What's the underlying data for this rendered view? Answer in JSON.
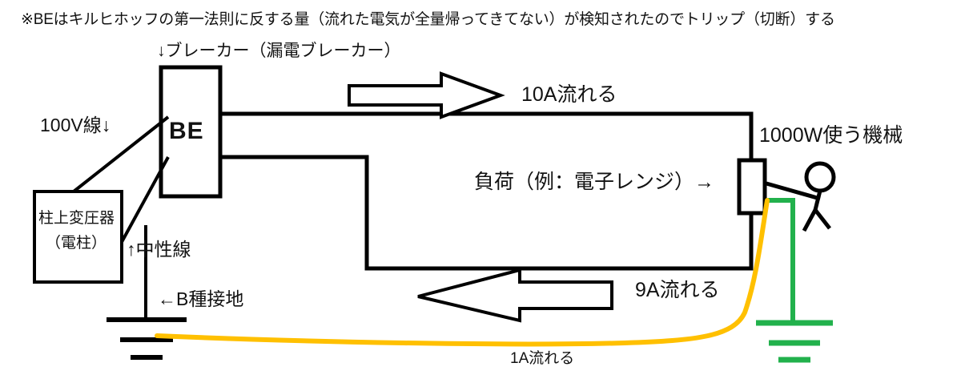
{
  "diagram": {
    "title_note": "※BEはキルヒホッフの第一法則に反する量（流れた電気が全量帰ってきてない）が検知されたのでトリップ（切断）する",
    "breaker_caption": "↓ブレーカー（漏電ブレーカー）",
    "breaker_label": "BE",
    "supply_line_label": "100V線↓",
    "transformer_line1": "柱上変圧器",
    "transformer_line2": "（電柱）",
    "neutral_label": "↑中性線",
    "b_ground_label": "←B種接地",
    "current_out_label": "10A流れる",
    "load_label": "負荷（例：電子レンジ）→",
    "machine_label": "1000W使う機械",
    "current_return_label": "9A流れる",
    "leak_current_label": "1A流れる",
    "colors": {
      "wire": "#000000",
      "leak_current": "#FFC000",
      "protective_earth": "#22B14C",
      "text": "#121212",
      "background": "#FFFFFF"
    },
    "icons": {
      "arrow_right": "block-arrow-right-icon",
      "arrow_left": "block-arrow-left-icon",
      "earth_b": "earth-ground-symbol-icon",
      "earth_d": "earth-ground-symbol-green-icon",
      "person": "stick-figure-person-icon"
    }
  }
}
